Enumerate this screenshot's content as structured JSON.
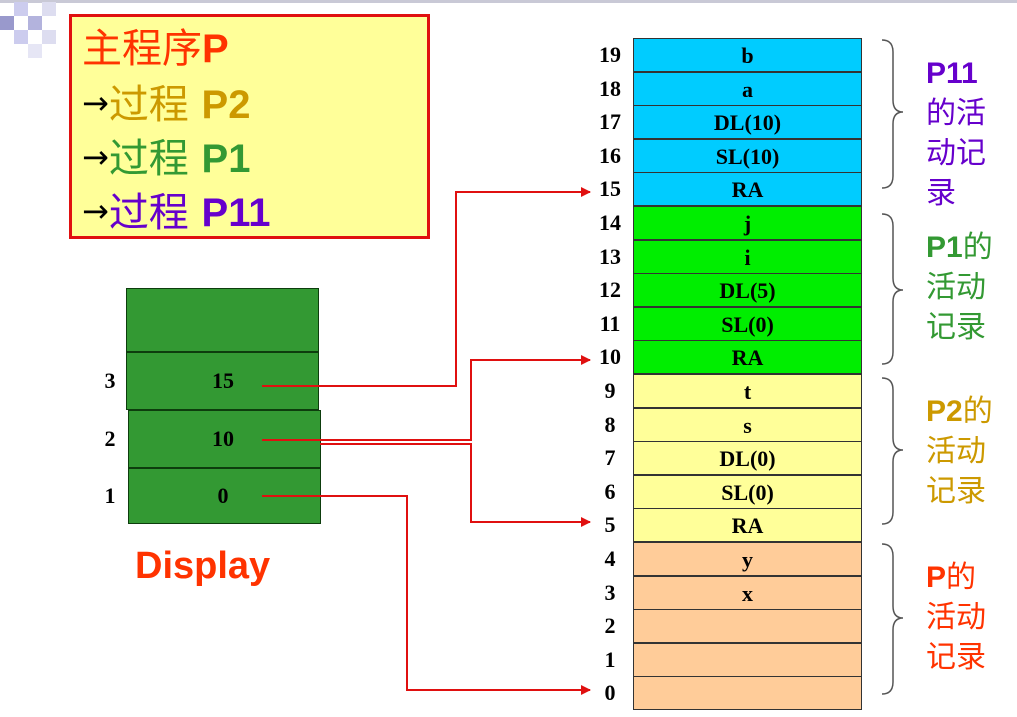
{
  "chain": {
    "main": {
      "cn": "主程序",
      "en": "P",
      "color": "#ff3300"
    },
    "steps": [
      {
        "arrow": "→",
        "cn": "过程",
        "en": "P2",
        "color": "#cc9900"
      },
      {
        "arrow": "→",
        "cn": "过程",
        "en": "P1",
        "color": "#339933"
      },
      {
        "arrow": "→",
        "cn": "过程",
        "en": "P11",
        "color": "#6600cc"
      }
    ]
  },
  "display": {
    "label": "Display",
    "rows": [
      {
        "index": "3",
        "value": "15"
      },
      {
        "index": "2",
        "value": "10"
      },
      {
        "index": "1",
        "value": "0"
      }
    ]
  },
  "stack": {
    "cells": [
      {
        "index": "19",
        "label": "b",
        "color": "#00ccff"
      },
      {
        "index": "18",
        "label": "a",
        "color": "#00ccff"
      },
      {
        "index": "17",
        "label": "DL(10)",
        "color": "#00ccff"
      },
      {
        "index": "16",
        "label": "SL(10)",
        "color": "#00ccff"
      },
      {
        "index": "15",
        "label": "RA",
        "color": "#00ccff"
      },
      {
        "index": "14",
        "label": "j",
        "color": "#00ee00"
      },
      {
        "index": "13",
        "label": "i",
        "color": "#00ee00"
      },
      {
        "index": "12",
        "label": "DL(5)",
        "color": "#00ee00"
      },
      {
        "index": "11",
        "label": "SL(0)",
        "color": "#00ee00"
      },
      {
        "index": "10",
        "label": "RA",
        "color": "#00ee00"
      },
      {
        "index": "9",
        "label": "t",
        "color": "#ffff99"
      },
      {
        "index": "8",
        "label": "s",
        "color": "#ffff99"
      },
      {
        "index": "7",
        "label": "DL(0)",
        "color": "#ffff99"
      },
      {
        "index": "6",
        "label": "SL(0)",
        "color": "#ffff99"
      },
      {
        "index": "5",
        "label": "RA",
        "color": "#ffff99"
      },
      {
        "index": "4",
        "label": "y",
        "color": "#ffcc99"
      },
      {
        "index": "3",
        "label": "x",
        "color": "#ffcc99"
      },
      {
        "index": "2",
        "label": "",
        "color": "#ffcc99"
      },
      {
        "index": "1",
        "label": "",
        "color": "#ffcc99"
      },
      {
        "index": "0",
        "label": "",
        "color": "#ffcc99"
      }
    ]
  },
  "records": [
    {
      "lines": [
        {
          "b": "P11",
          "t": ""
        },
        {
          "b": "",
          "t": "的活"
        },
        {
          "b": "",
          "t": "动记"
        },
        {
          "b": "",
          "t": "录"
        }
      ],
      "color": "#6600cc"
    },
    {
      "lines": [
        {
          "b": "P1",
          "t": "的"
        },
        {
          "b": "",
          "t": "活动"
        },
        {
          "b": "",
          "t": "记录"
        }
      ],
      "color": "#339933"
    },
    {
      "lines": [
        {
          "b": "P2",
          "t": "的"
        },
        {
          "b": "",
          "t": "活动"
        },
        {
          "b": "",
          "t": "记录"
        }
      ],
      "color": "#cc9900"
    },
    {
      "lines": [
        {
          "b": "P",
          "t": "的"
        },
        {
          "b": "",
          "t": "活动"
        },
        {
          "b": "",
          "t": "记录"
        }
      ],
      "color": "#ff3300"
    }
  ],
  "colors": {
    "arrow": "#e01010",
    "brace": "#555555"
  }
}
